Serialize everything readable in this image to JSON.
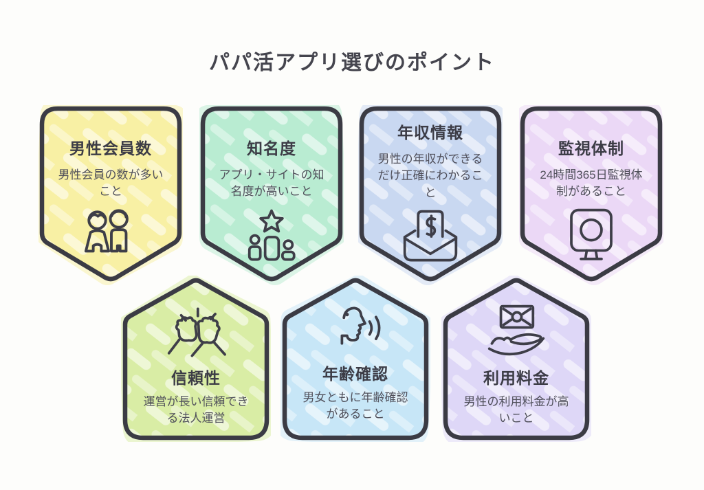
{
  "page": {
    "title": "パパ活アプリ選びのポイント",
    "background": "#fdfdfb"
  },
  "colors": {
    "outline": "#3b3b44",
    "page_title_text": "#45454e",
    "card_title_text": "#3c3c46",
    "card_desc_text": "#50505b",
    "icon_stroke": "#3e3e48",
    "streak_overlay": "#ffffff"
  },
  "cards": [
    {
      "id": "male-member-count",
      "shape": "shield-down",
      "color": "#f8f0a4",
      "title": "男性会員数",
      "desc": "男性会員の数が多いこと",
      "icon": "two-people-icon"
    },
    {
      "id": "name-recognition",
      "shape": "shield-down",
      "color": "#b9ecd2",
      "title": "知名度",
      "desc": "アプリ・サイトの知名度が高いこと",
      "icon": "star-ranking-icon"
    },
    {
      "id": "income-info",
      "shape": "shield-down",
      "color": "#c9d8f1",
      "title": "年収情報",
      "desc": "男性の年収ができるだけ正確にわかること",
      "icon": "money-envelope-icon"
    },
    {
      "id": "monitoring-system",
      "shape": "shield-down",
      "color": "#ebd8f6",
      "title": "監視体制",
      "desc": "24時間365日監視体制があること",
      "icon": "security-camera-icon"
    },
    {
      "id": "reliability",
      "shape": "pentagon-up",
      "color": "#d9eda5",
      "title": "信頼性",
      "desc": "運営が長い信頼できる法人運営",
      "icon": "fist-bump-icon"
    },
    {
      "id": "age-verification",
      "shape": "pentagon-up",
      "color": "#c7e6f7",
      "title": "年齢確認",
      "desc": "男女ともに年齢確認があること",
      "icon": "face-voice-icon"
    },
    {
      "id": "usage-fee",
      "shape": "pentagon-up",
      "color": "#ded7f7",
      "title": "利用料金",
      "desc": "男性の利用料金が高いこと",
      "icon": "hand-money-icon"
    }
  ]
}
